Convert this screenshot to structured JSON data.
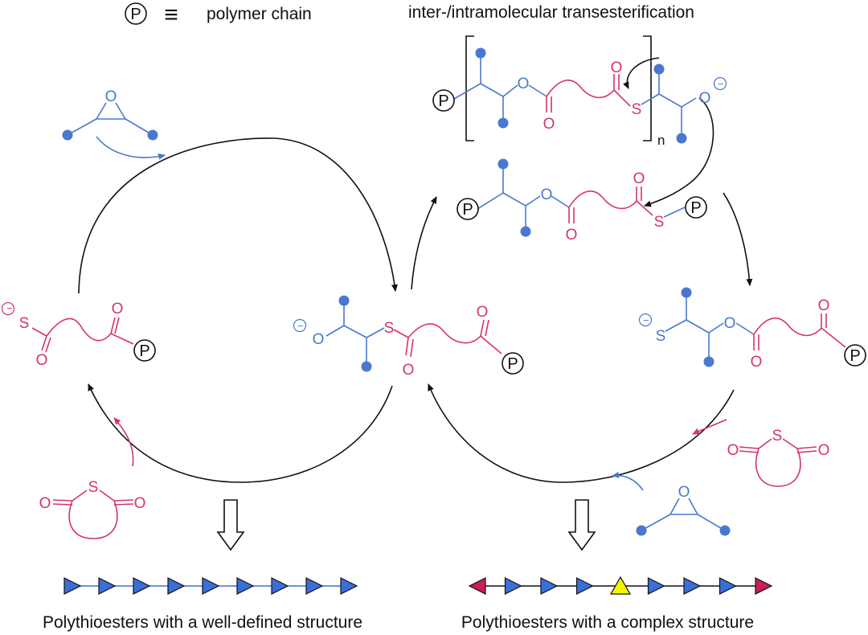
{
  "legend": {
    "symbol": "P",
    "equals": "≡",
    "text": "polymer chain"
  },
  "header": {
    "transesterification": "inter-/intramolecular transesterification"
  },
  "atoms": {
    "oxygen": "O",
    "sulfur": "S",
    "polymer": "P",
    "repeat_n": "n",
    "anion_charge": "−"
  },
  "products": {
    "well_defined": {
      "caption": "Polythioesters with a well-defined structure",
      "units": [
        "blue",
        "blue",
        "blue",
        "blue",
        "blue",
        "blue",
        "blue",
        "blue",
        "blue"
      ]
    },
    "complex": {
      "caption": "Polythioesters with a complex structure",
      "units": [
        "pink-left",
        "blue",
        "blue",
        "blue",
        "yellow",
        "blue",
        "blue",
        "blue",
        "pink-right"
      ]
    }
  },
  "colors": {
    "epoxide_blue": "#4a78d0",
    "anhydride_pink": "#d6336c",
    "arrow_black": "#111111",
    "triangle_blue": "#3a6fd8",
    "triangle_pink": "#c81e5b",
    "triangle_yellow": "#f5f500"
  }
}
